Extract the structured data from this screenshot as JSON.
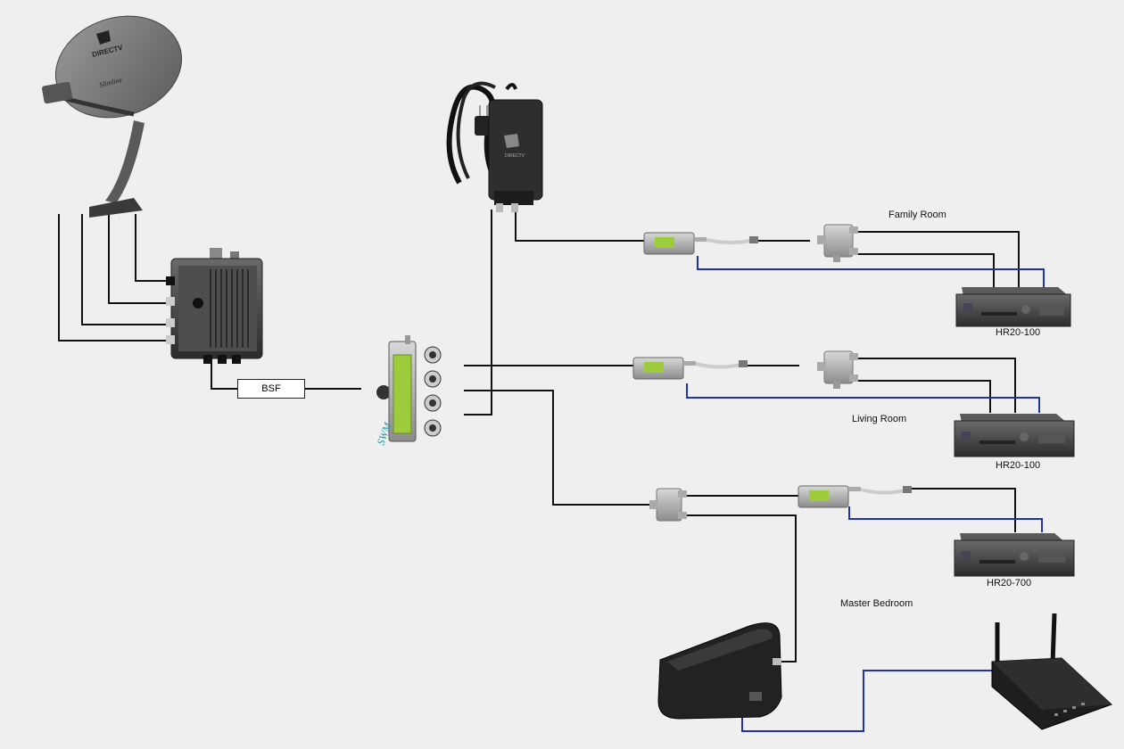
{
  "dish": {
    "brand": "DIRECTV",
    "model": "Slimline"
  },
  "filter": {
    "label": "BSF"
  },
  "splitter_hub": {
    "label": "SWM"
  },
  "power_supply": {
    "brand": "DIRECTV"
  },
  "rooms": {
    "family": "Family Room",
    "living": "Living Room",
    "master": "Master Bedroom"
  },
  "receivers": {
    "family": "HR20-100",
    "living": "HR20-100",
    "master": "HR20-700"
  },
  "colors": {
    "coax": "#111111",
    "ethernet": "#2233aa",
    "device_dark": "#3a3a3a",
    "device_gray": "#8a8a8a",
    "pi_green": "#9ccc3c"
  },
  "icons": [
    "satellite-dish-icon",
    "multiswitch-icon",
    "power-supply-icon",
    "swm-splitter-icon",
    "power-inserter-icon",
    "two-way-splitter-icon",
    "dvr-receiver-icon",
    "cinema-connection-kit-icon",
    "wireless-router-icon"
  ]
}
